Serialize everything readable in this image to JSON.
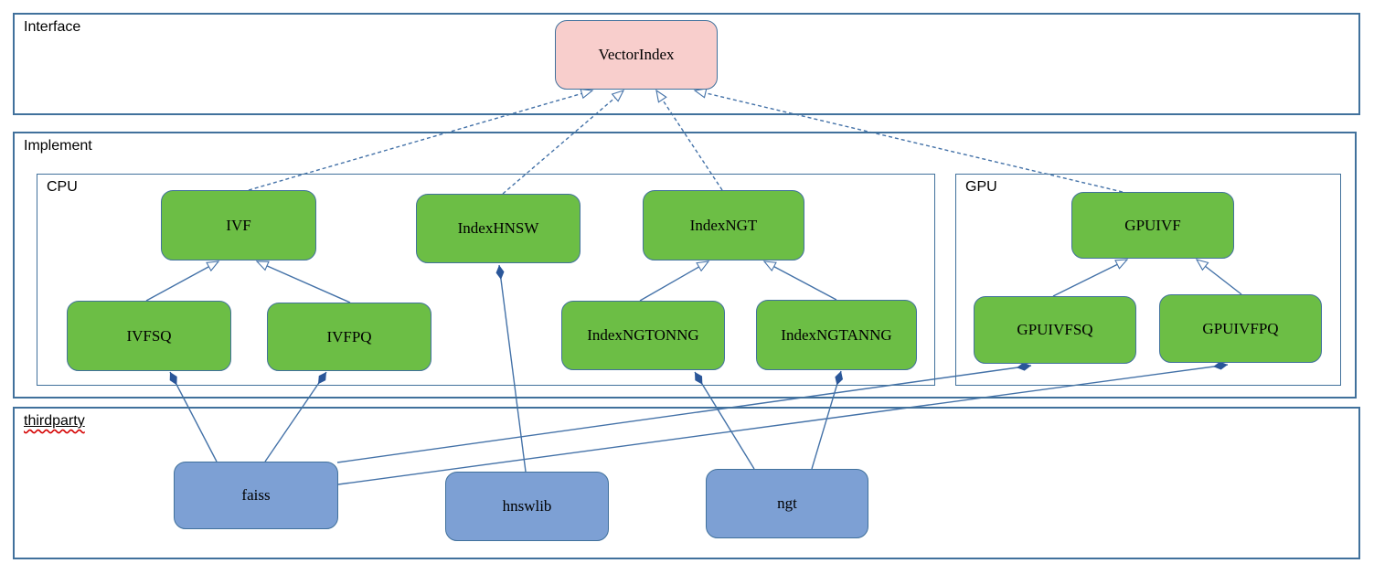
{
  "sections": {
    "interface": {
      "label": "Interface"
    },
    "implement": {
      "label": "Implement"
    },
    "cpu": {
      "label": "CPU"
    },
    "gpu": {
      "label": "GPU"
    },
    "thirdparty": {
      "label": "thirdparty"
    }
  },
  "nodes": {
    "vectorindex": {
      "label": "VectorIndex",
      "type": "interface"
    },
    "ivf": {
      "label": "IVF",
      "type": "cpu-class"
    },
    "indexhnsw": {
      "label": "IndexHNSW",
      "type": "cpu-class"
    },
    "indexngt": {
      "label": "IndexNGT",
      "type": "cpu-class"
    },
    "ivfsq": {
      "label": "IVFSQ",
      "type": "cpu-class"
    },
    "ivfpq": {
      "label": "IVFPQ",
      "type": "cpu-class"
    },
    "indexngtonng": {
      "label": "IndexNGTONNG",
      "type": "cpu-class"
    },
    "indexngtanng": {
      "label": "IndexNGTANNG",
      "type": "cpu-class"
    },
    "gpuivf": {
      "label": "GPUIVF",
      "type": "gpu-class"
    },
    "gpuivfsq": {
      "label": "GPUIVFSQ",
      "type": "gpu-class"
    },
    "gpuivfpq": {
      "label": "GPUIVFPQ",
      "type": "gpu-class"
    },
    "faiss": {
      "label": "faiss",
      "type": "thirdparty-lib"
    },
    "hnswlib": {
      "label": "hnswlib",
      "type": "thirdparty-lib"
    },
    "ngt": {
      "label": "ngt",
      "type": "thirdparty-lib"
    }
  },
  "edges": [
    {
      "from": "IVF",
      "to": "VectorIndex",
      "relation": "implements",
      "style": "dashed-open-triangle"
    },
    {
      "from": "IndexHNSW",
      "to": "VectorIndex",
      "relation": "implements",
      "style": "dashed-open-triangle"
    },
    {
      "from": "IndexNGT",
      "to": "VectorIndex",
      "relation": "implements",
      "style": "dashed-open-triangle"
    },
    {
      "from": "GPUIVF",
      "to": "VectorIndex",
      "relation": "implements",
      "style": "dashed-open-triangle"
    },
    {
      "from": "IVFSQ",
      "to": "IVF",
      "relation": "extends",
      "style": "solid-open-triangle"
    },
    {
      "from": "IVFPQ",
      "to": "IVF",
      "relation": "extends",
      "style": "solid-open-triangle"
    },
    {
      "from": "IndexNGTONNG",
      "to": "IndexNGT",
      "relation": "extends",
      "style": "solid-open-triangle"
    },
    {
      "from": "IndexNGTANNG",
      "to": "IndexNGT",
      "relation": "extends",
      "style": "solid-open-triangle"
    },
    {
      "from": "GPUIVFSQ",
      "to": "GPUIVF",
      "relation": "extends",
      "style": "solid-open-triangle"
    },
    {
      "from": "GPUIVFPQ",
      "to": "GPUIVF",
      "relation": "extends",
      "style": "solid-open-triangle"
    },
    {
      "from": "faiss",
      "to": "IVFSQ",
      "relation": "composition",
      "style": "solid-filled-diamond"
    },
    {
      "from": "faiss",
      "to": "IVFPQ",
      "relation": "composition",
      "style": "solid-filled-diamond"
    },
    {
      "from": "faiss",
      "to": "GPUIVFSQ",
      "relation": "composition",
      "style": "solid-filled-diamond"
    },
    {
      "from": "faiss",
      "to": "GPUIVFPQ",
      "relation": "composition",
      "style": "solid-filled-diamond"
    },
    {
      "from": "hnswlib",
      "to": "IndexHNSW",
      "relation": "composition",
      "style": "solid-filled-diamond"
    },
    {
      "from": "ngt",
      "to": "IndexNGTONNG",
      "relation": "composition",
      "style": "solid-filled-diamond"
    },
    {
      "from": "ngt",
      "to": "IndexNGTANNG",
      "relation": "composition",
      "style": "solid-filled-diamond"
    }
  ],
  "colors": {
    "interface_fill": "#f8cecc",
    "class_fill": "#6cbe45",
    "lib_fill": "#7da0d4",
    "border": "#41719c",
    "line": "#4472a8",
    "diamond_fill": "#2a5699",
    "spellcheck_red": "#d40000"
  }
}
